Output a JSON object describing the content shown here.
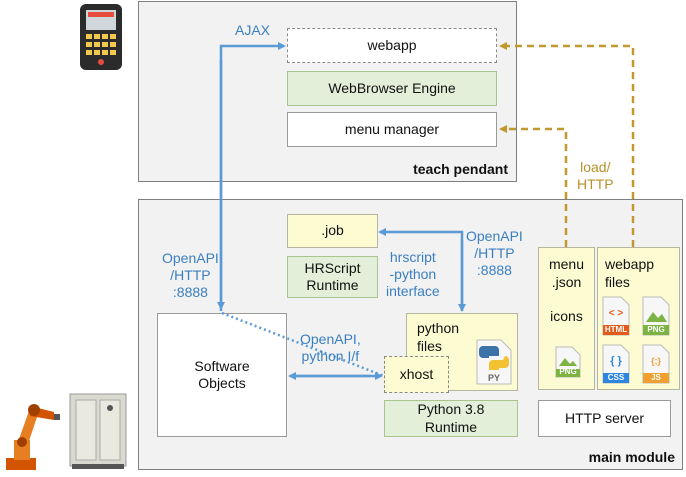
{
  "teach_pendant": {
    "region_label": "teach pendant",
    "webapp": "webapp",
    "webbrowser_engine": "WebBrowser Engine",
    "menu_manager": "menu manager"
  },
  "main_module": {
    "region_label": "main module",
    "job": ".job",
    "hrscript_runtime": "HRScript\nRuntime",
    "software_objects": "Software\nObjects",
    "python_files": "python\nfiles",
    "xhost": "xhost",
    "python_runtime": "Python 3.8\nRuntime",
    "menu_json": "menu\n.json",
    "icons": "icons",
    "webapp_files": "webapp\nfiles",
    "http_server": "HTTP server"
  },
  "labels": {
    "ajax": "AJAX",
    "openapi_http_left": "OpenAPI\n/HTTP\n:8888",
    "openapi_http_right": "OpenAPI\n/HTTP\n:8888",
    "hrscript_python_interface": "hrscript\n-python\ninterface",
    "openapi_python_if": "OpenAPI,\npython I/f",
    "load_http": "load/\nHTTP"
  },
  "file_icons": {
    "py": "PY",
    "png": "PNG",
    "html": "HTML",
    "css": "CSS",
    "js": "JS",
    "html_glyph": "< >",
    "css_glyph": "{ }",
    "js_glyph": "{;}"
  },
  "colors": {
    "blue_arrow": "#5b9bd5",
    "gold_arrow": "#c09a2f",
    "region_fill": "#f2f2f2",
    "green_fill": "#e3efd9",
    "yellow_fill": "#fdfbd2"
  }
}
